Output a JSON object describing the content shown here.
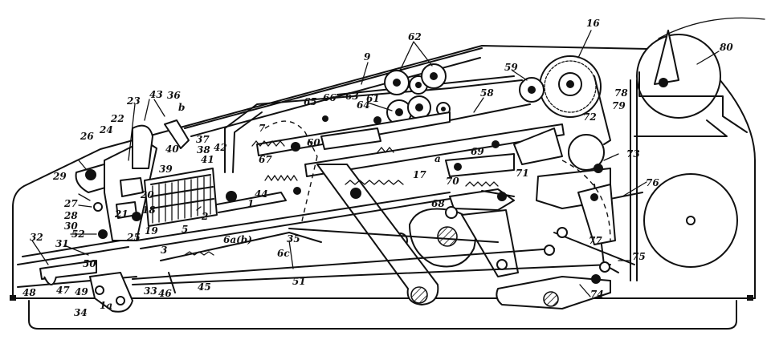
{
  "figure": {
    "labels": [
      {
        "id": "l16",
        "text": "16"
      },
      {
        "id": "l62",
        "text": "62"
      },
      {
        "id": "l9",
        "text": "9"
      },
      {
        "id": "l80",
        "text": "80"
      },
      {
        "id": "l59",
        "text": "59"
      },
      {
        "id": "l58",
        "text": "58"
      },
      {
        "id": "l78",
        "text": "78"
      },
      {
        "id": "l79",
        "text": "79"
      },
      {
        "id": "l72",
        "text": "72"
      },
      {
        "id": "l61",
        "text": "61"
      },
      {
        "id": "l63",
        "text": "63"
      },
      {
        "id": "l64",
        "text": "64"
      },
      {
        "id": "l65",
        "text": "65"
      },
      {
        "id": "l66",
        "text": "66"
      },
      {
        "id": "l43",
        "text": "43"
      },
      {
        "id": "l36",
        "text": "36"
      },
      {
        "id": "l23",
        "text": "23"
      },
      {
        "id": "lb",
        "text": "b"
      },
      {
        "id": "l22",
        "text": "22"
      },
      {
        "id": "l24",
        "text": "24"
      },
      {
        "id": "l26",
        "text": "26"
      },
      {
        "id": "l37",
        "text": "37"
      },
      {
        "id": "l40",
        "text": "40"
      },
      {
        "id": "l38",
        "text": "38"
      },
      {
        "id": "l42",
        "text": "42"
      },
      {
        "id": "l39",
        "text": "39"
      },
      {
        "id": "l41",
        "text": "41"
      },
      {
        "id": "l7",
        "text": "7"
      },
      {
        "id": "l67",
        "text": "67"
      },
      {
        "id": "l60",
        "text": "60"
      },
      {
        "id": "l17",
        "text": "17"
      },
      {
        "id": "la",
        "text": "a"
      },
      {
        "id": "l69",
        "text": "69"
      },
      {
        "id": "l70",
        "text": "70"
      },
      {
        "id": "l71",
        "text": "71"
      },
      {
        "id": "l73",
        "text": "73"
      },
      {
        "id": "l29",
        "text": "29"
      },
      {
        "id": "l20",
        "text": "20"
      },
      {
        "id": "l44",
        "text": "44"
      },
      {
        "id": "l1",
        "text": "1"
      },
      {
        "id": "l68",
        "text": "68"
      },
      {
        "id": "l76",
        "text": "76"
      },
      {
        "id": "l27",
        "text": "27"
      },
      {
        "id": "l28",
        "text": "28"
      },
      {
        "id": "l21",
        "text": "21"
      },
      {
        "id": "l18",
        "text": "18"
      },
      {
        "id": "l2",
        "text": "2"
      },
      {
        "id": "l30",
        "text": "30"
      },
      {
        "id": "l25",
        "text": "25"
      },
      {
        "id": "l19",
        "text": "19"
      },
      {
        "id": "l5",
        "text": "5"
      },
      {
        "id": "l32",
        "text": "32"
      },
      {
        "id": "l52",
        "text": "52"
      },
      {
        "id": "l31",
        "text": "31"
      },
      {
        "id": "l6ab",
        "text": "6a(b)"
      },
      {
        "id": "l35",
        "text": "35"
      },
      {
        "id": "l6c",
        "text": "6c"
      },
      {
        "id": "l77",
        "text": "77"
      },
      {
        "id": "l75",
        "text": "75"
      },
      {
        "id": "l50",
        "text": "50"
      },
      {
        "id": "l3",
        "text": "3"
      },
      {
        "id": "l51",
        "text": "51"
      },
      {
        "id": "l74",
        "text": "74"
      },
      {
        "id": "l48",
        "text": "48"
      },
      {
        "id": "l47",
        "text": "47"
      },
      {
        "id": "l49",
        "text": "49"
      },
      {
        "id": "l33",
        "text": "33"
      },
      {
        "id": "l46",
        "text": "46"
      },
      {
        "id": "l45",
        "text": "45"
      },
      {
        "id": "l34",
        "text": "34"
      },
      {
        "id": "l1a",
        "text": "1a"
      }
    ]
  }
}
